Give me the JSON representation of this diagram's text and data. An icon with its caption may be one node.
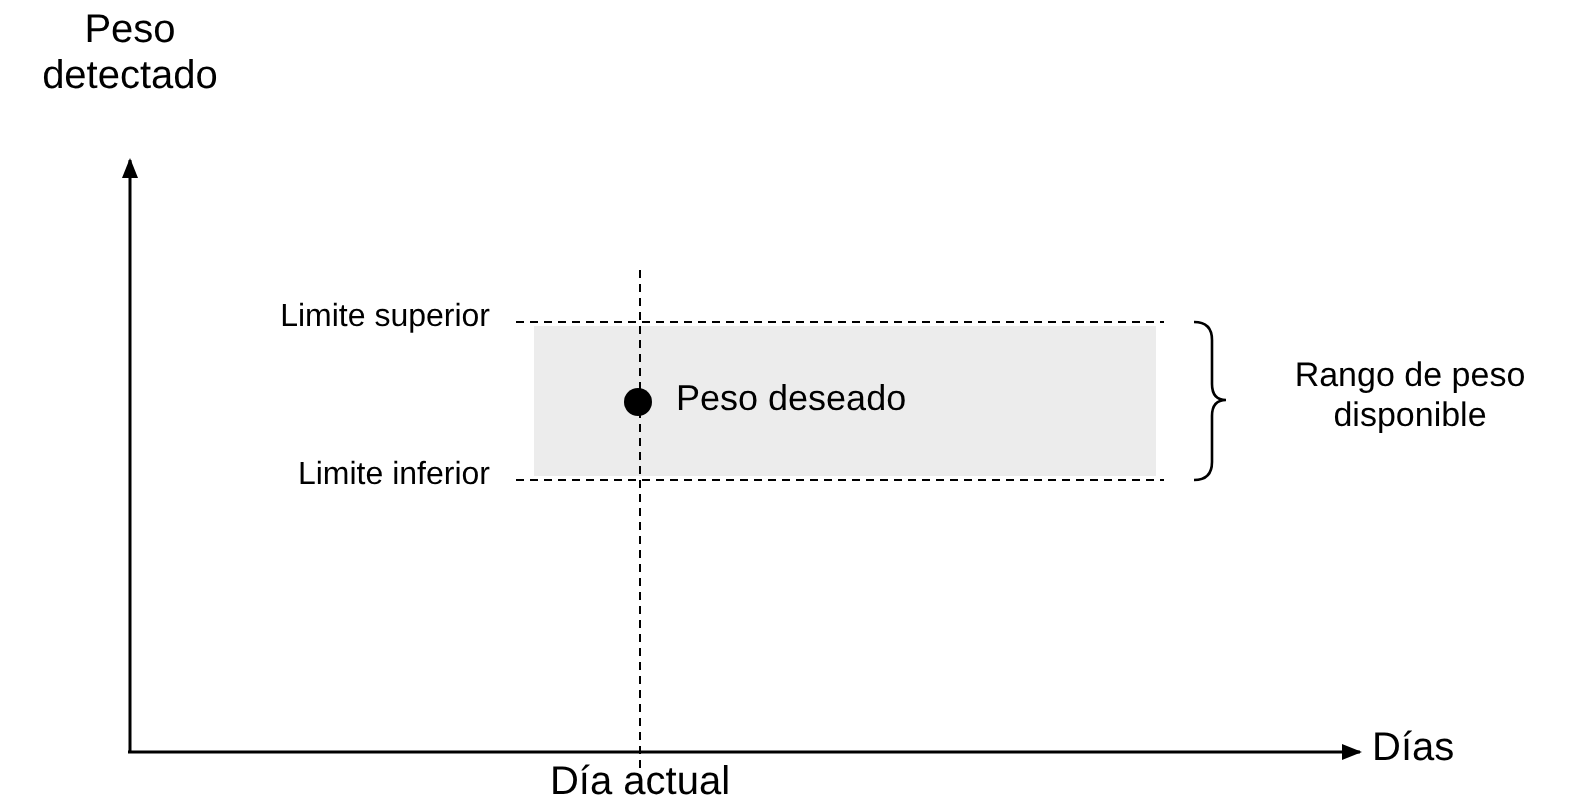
{
  "diagram": {
    "labels": [
      "Peso detectado",
      "Limite superior",
      "Peso deseado",
      "Rango de peso disponible",
      "Limite inferior",
      "Días",
      "Día actual"
    ]
  }
}
